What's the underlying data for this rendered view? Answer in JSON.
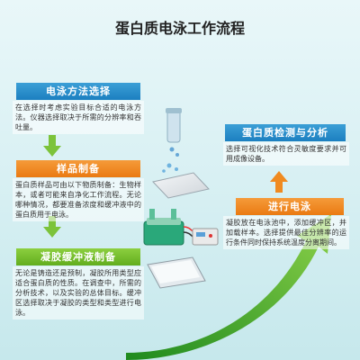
{
  "title": "蛋白质电泳工作流程",
  "steps": [
    {
      "label": "电泳方法选择",
      "desc": "在选择时考虑实验目标合适的电泳方法。仪器选择取决于所需的分辨率和吞吐量。",
      "color": "#1c7fc0"
    },
    {
      "label": "样品制备",
      "desc": "蛋白质样品可由以下物质制备：生物样本，或者可能来自净化工作流程。无论哪种情况，都要准备浓度和缓冲液中的蛋白质用于电泳。",
      "color": "#ea7a12"
    },
    {
      "label": "凝胶缓冲液制备",
      "desc": "无论是铸造还是预制，凝胶所用类型应适合蛋白质的性质。在调查中，所需的分析技术，以及实验的总体目标。缓冲区选择取决于凝胶的类型和类型进行电泳。",
      "color": "#62ad1e"
    },
    {
      "label": "进行电泳",
      "desc": "凝胶放在电泳池中，添加缓冲区，并加载样本。选择提供最佳分辨率的运行条件同时保持系统温度分离期间。",
      "color": "#ea7a12"
    },
    {
      "label": "蛋白质检测与分析",
      "desc": "选择可视化技术符合灵敏度要求并可用成像设备。",
      "color": "#1c7fc0"
    }
  ]
}
